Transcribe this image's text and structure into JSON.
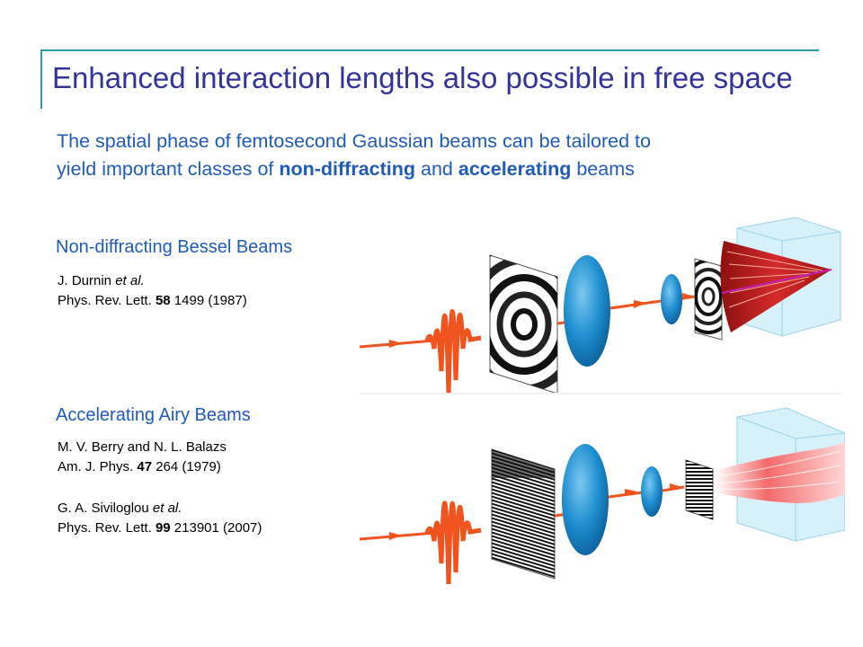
{
  "slide": {
    "title": "Enhanced interaction lengths also possible in free space",
    "intro": {
      "line1": "The spatial phase of femtosecond Gaussian beams can be tailored to",
      "line2_before": "yield important classes of ",
      "line2_bold1": "non-diffracting",
      "line2_mid": " and ",
      "line2_bold2": "accelerating",
      "line2_after": " beams"
    }
  },
  "bessel": {
    "heading": "Non-diffracting Bessel Beams",
    "ref1": {
      "authors": "J. Durnin ",
      "etal": "et al.",
      "journal": "Phys. Rev. Lett. ",
      "volume": "58",
      "rest": " 1499 (1987)"
    }
  },
  "airy": {
    "heading": "Accelerating Airy Beams",
    "ref1": {
      "authors": "M. V. Berry and N. L. Balazs",
      "journal": "Am. J. Phys. ",
      "volume": "47",
      "rest": " 264 (1979)"
    },
    "ref2": {
      "authors": "G. A. Siviloglou ",
      "etal": "et al.",
      "journal": "Phys. Rev. Lett. ",
      "volume": "99",
      "rest": " 213901 (2007)"
    }
  },
  "colors": {
    "title": "#333399",
    "accent": "#1f5bb8",
    "frame": "#2f9ea6",
    "beam": "#f0541e",
    "lens": "#1f8fd0",
    "bessel_cone": "#c42020",
    "airy_sheet": "#f26b6b",
    "crystal": "#cfeef7"
  },
  "icons": [
    "pulse-icon",
    "phase-mask-icon",
    "lens-icon",
    "crystal-icon"
  ]
}
